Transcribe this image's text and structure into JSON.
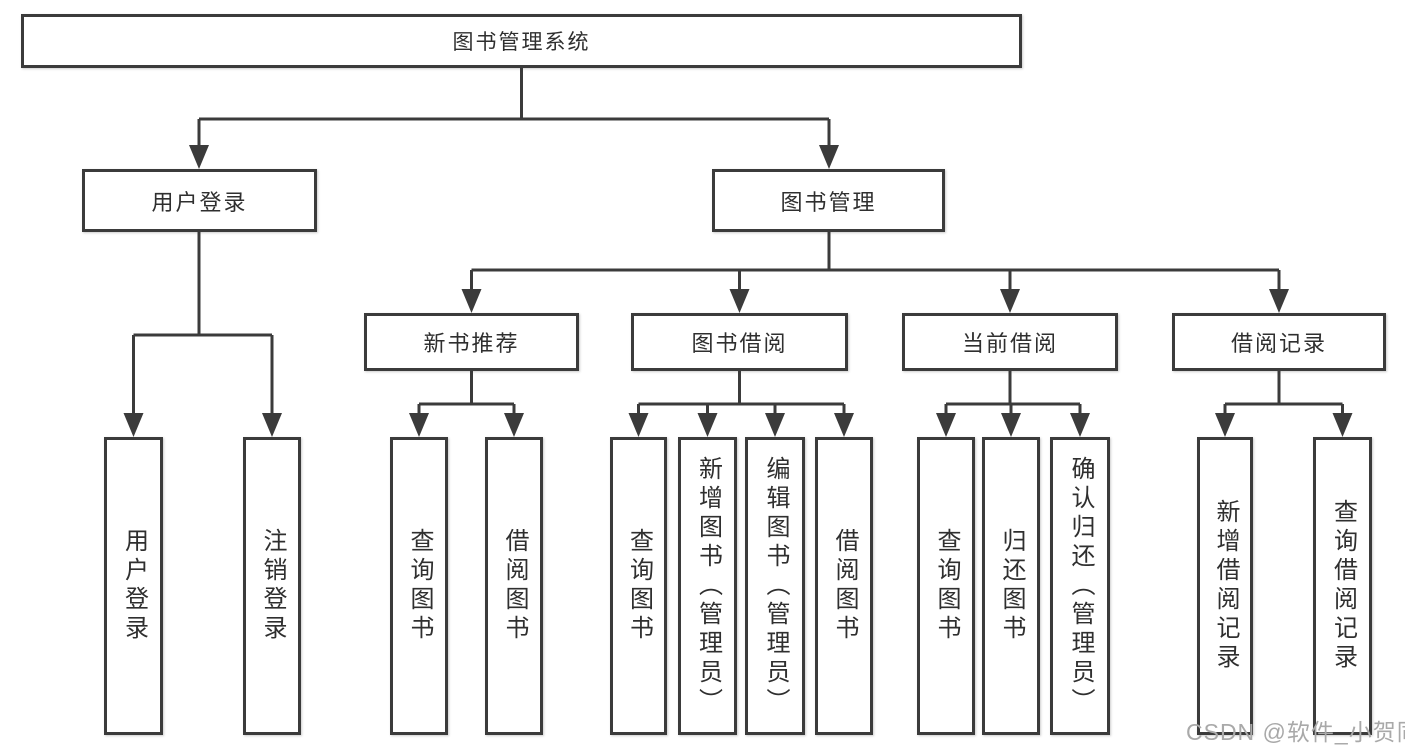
{
  "diagram": {
    "tree": {
      "label": "图书管理系统",
      "children": [
        {
          "label": "用户登录",
          "children": [
            {
              "label": "用户登录"
            },
            {
              "label": "注销登录"
            }
          ]
        },
        {
          "label": "图书管理",
          "children": [
            {
              "label": "新书推荐",
              "children": [
                {
                  "label": "查询图书"
                },
                {
                  "label": "借阅图书"
                }
              ]
            },
            {
              "label": "图书借阅",
              "children": [
                {
                  "label": "查询图书"
                },
                {
                  "label": "新增图书（管理员）"
                },
                {
                  "label": "编辑图书（管理员）"
                },
                {
                  "label": "借阅图书"
                }
              ]
            },
            {
              "label": "当前借阅",
              "children": [
                {
                  "label": "查询图书"
                },
                {
                  "label": "归还图书"
                },
                {
                  "label": "确认归还（管理员）"
                }
              ]
            },
            {
              "label": "借阅记录",
              "children": [
                {
                  "label": "新增借阅记录"
                },
                {
                  "label": "查询借阅记录"
                }
              ]
            }
          ]
        }
      ]
    }
  },
  "watermark": {
    "text": "CSDN @软件_小贺同学"
  },
  "colors": {
    "line": "#3b3b3b",
    "text": "#2f2f2f",
    "background": "#ffffff",
    "watermark": "#a9a9a9"
  }
}
